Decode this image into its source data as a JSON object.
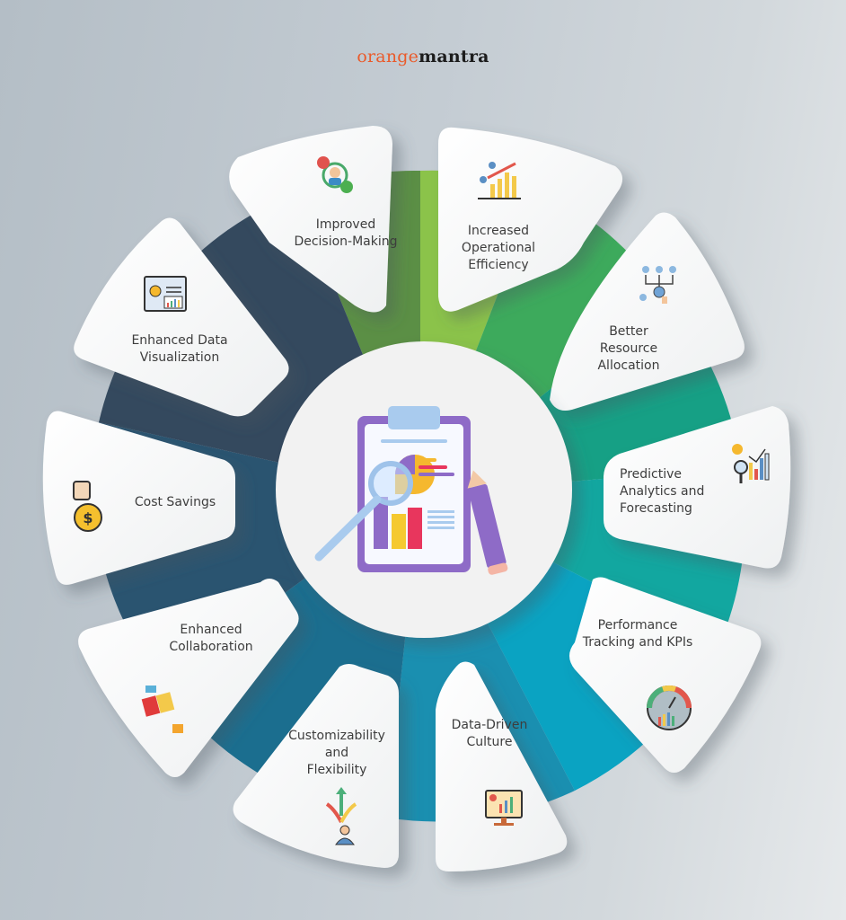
{
  "brand": {
    "part1": "orange",
    "part2": "mantra",
    "color1": "#ea5a2a",
    "color2": "#1c1c1c"
  },
  "center": {
    "icon": "clipboard-analytics-magnifier-pencil-icon"
  },
  "ring_colors": [
    "#5b8f45",
    "#8bc34a",
    "#3daa5c",
    "#16a085",
    "#12a7a0",
    "#0aa3c2",
    "#1a8fb0",
    "#1b6e8f",
    "#2a5470",
    "#34495e"
  ],
  "petals": [
    {
      "label": "Improved\nDecision-Making",
      "icon": "decision-making-icon"
    },
    {
      "label": "Increased\nOperational\nEfficiency",
      "icon": "growth-chart-push-icon"
    },
    {
      "label": "Better\nResource\nAllocation",
      "icon": "resource-network-icon"
    },
    {
      "label": "Predictive\nAnalytics and\nForecasting",
      "icon": "predictive-analytics-icon"
    },
    {
      "label": "Performance\nTracking and KPIs",
      "icon": "gauge-kpi-icon"
    },
    {
      "label": "Data-Driven\nCulture",
      "icon": "dashboard-monitor-icon"
    },
    {
      "label": "Customizability\nand\nFlexibility",
      "icon": "direction-arrows-person-icon"
    },
    {
      "label": "Enhanced\nCollaboration",
      "icon": "puzzle-hands-icon"
    },
    {
      "label": "Cost Savings",
      "icon": "money-bag-icon"
    },
    {
      "label": "Enhanced Data\nVisualization",
      "icon": "data-dashboard-icon"
    }
  ]
}
